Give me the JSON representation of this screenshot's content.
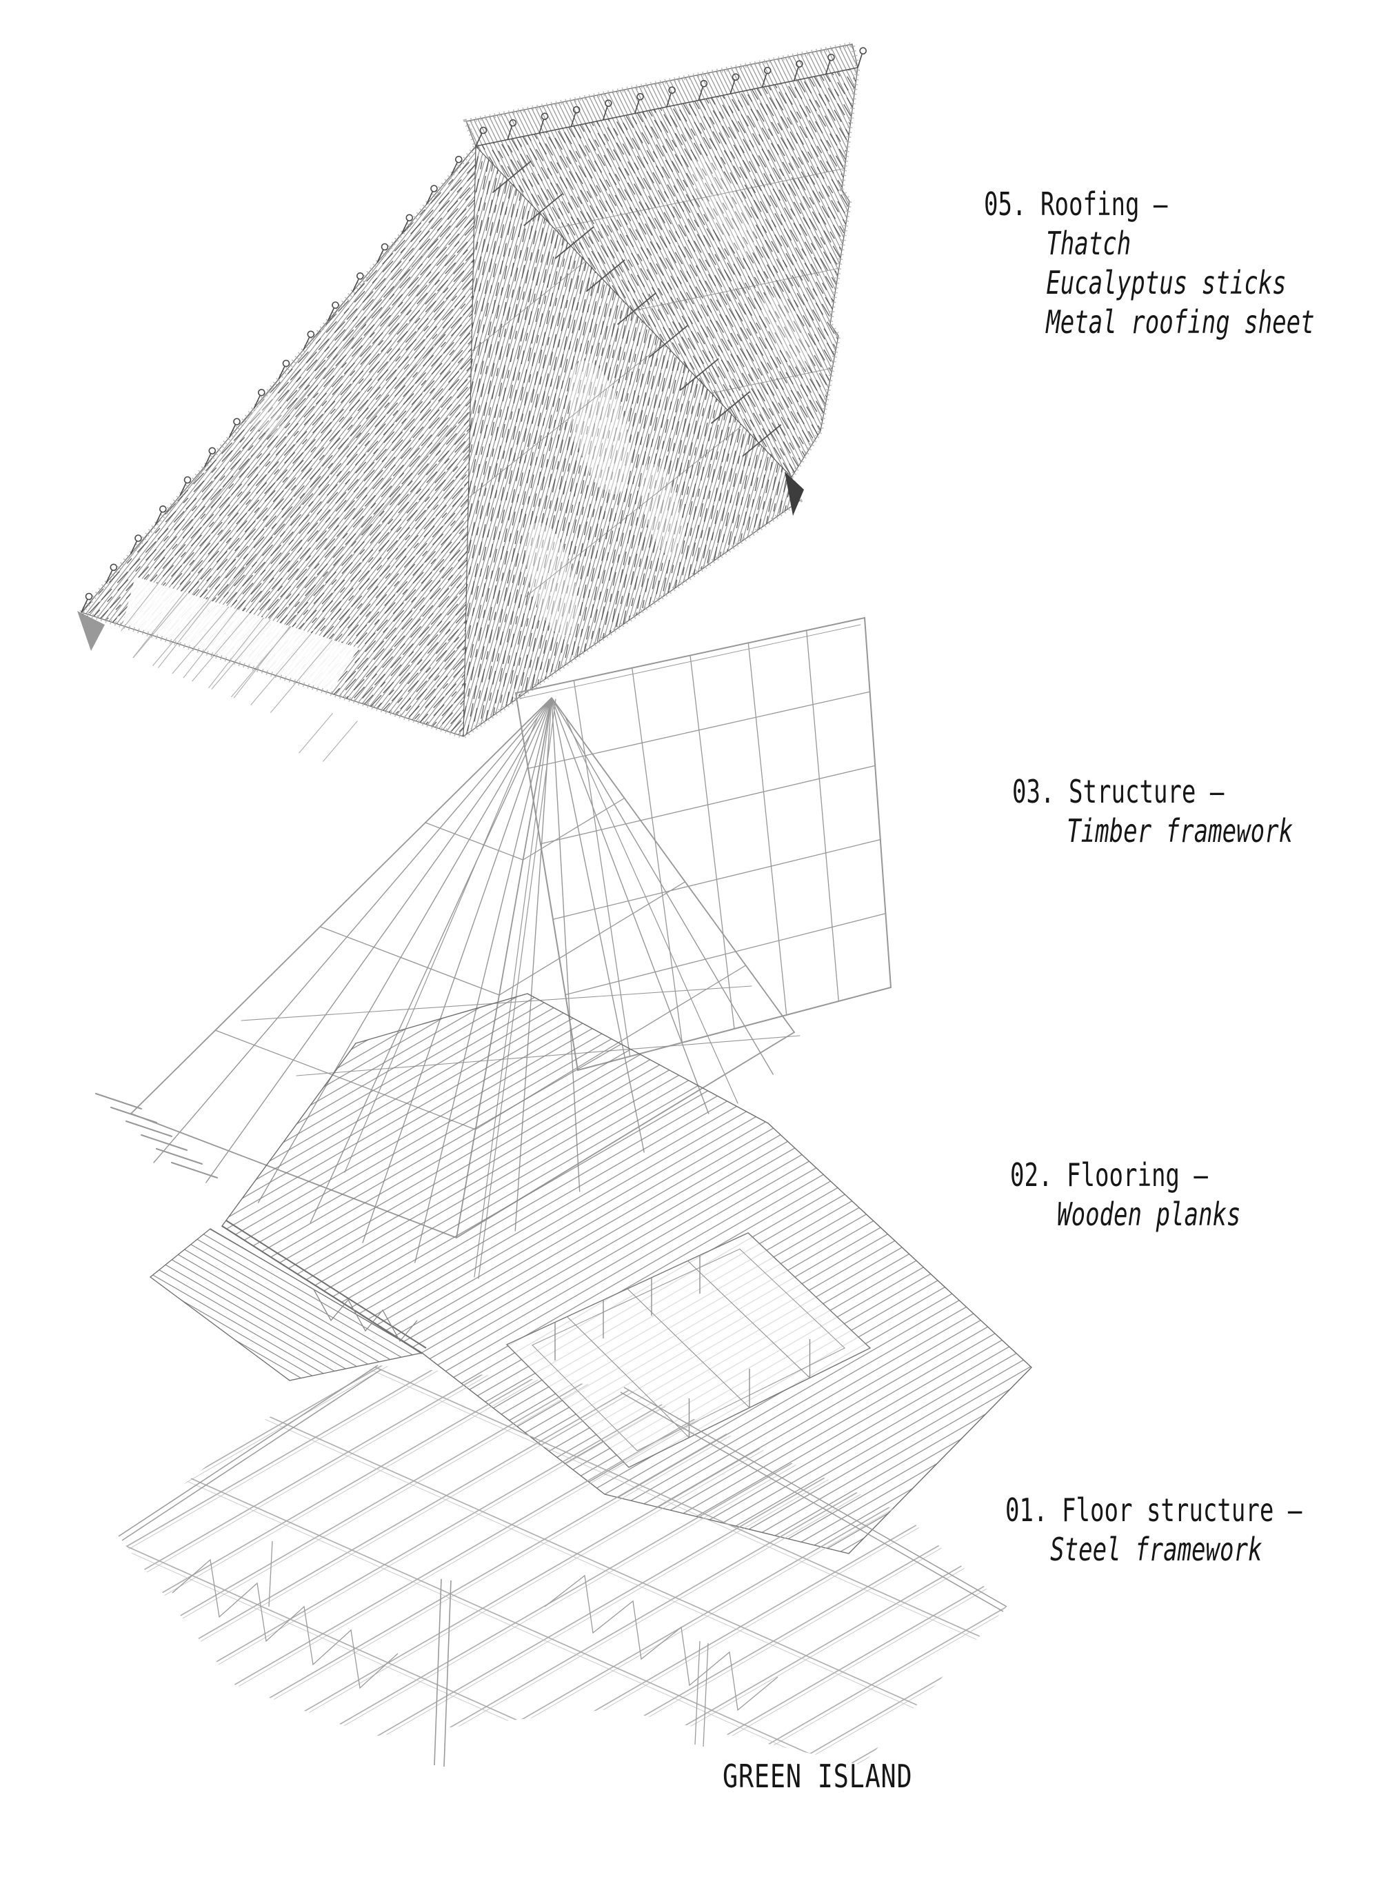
{
  "page": {
    "title": "GREEN ISLAND"
  },
  "legend": {
    "items": [
      {
        "heading": "05. Roofing –",
        "materials": [
          "Thatch",
          "Eucalyptus sticks",
          "Metal roofing sheet"
        ]
      },
      {
        "heading": "03. Structure –",
        "materials": [
          "Timber framework"
        ]
      },
      {
        "heading": "02. Flooring –",
        "materials": [
          "Wooden planks"
        ]
      },
      {
        "heading": "01. Floor structure –",
        "materials": [
          "Steel framework"
        ]
      }
    ]
  },
  "colors": {
    "ink": "#161616",
    "background": "#ffffff",
    "roof_line": "#5e5e5e",
    "thatch_hatch": "#767676",
    "timber_line": "#979797",
    "floor_line": "#7e7e7e",
    "steel_line": "#a8a8a8"
  }
}
